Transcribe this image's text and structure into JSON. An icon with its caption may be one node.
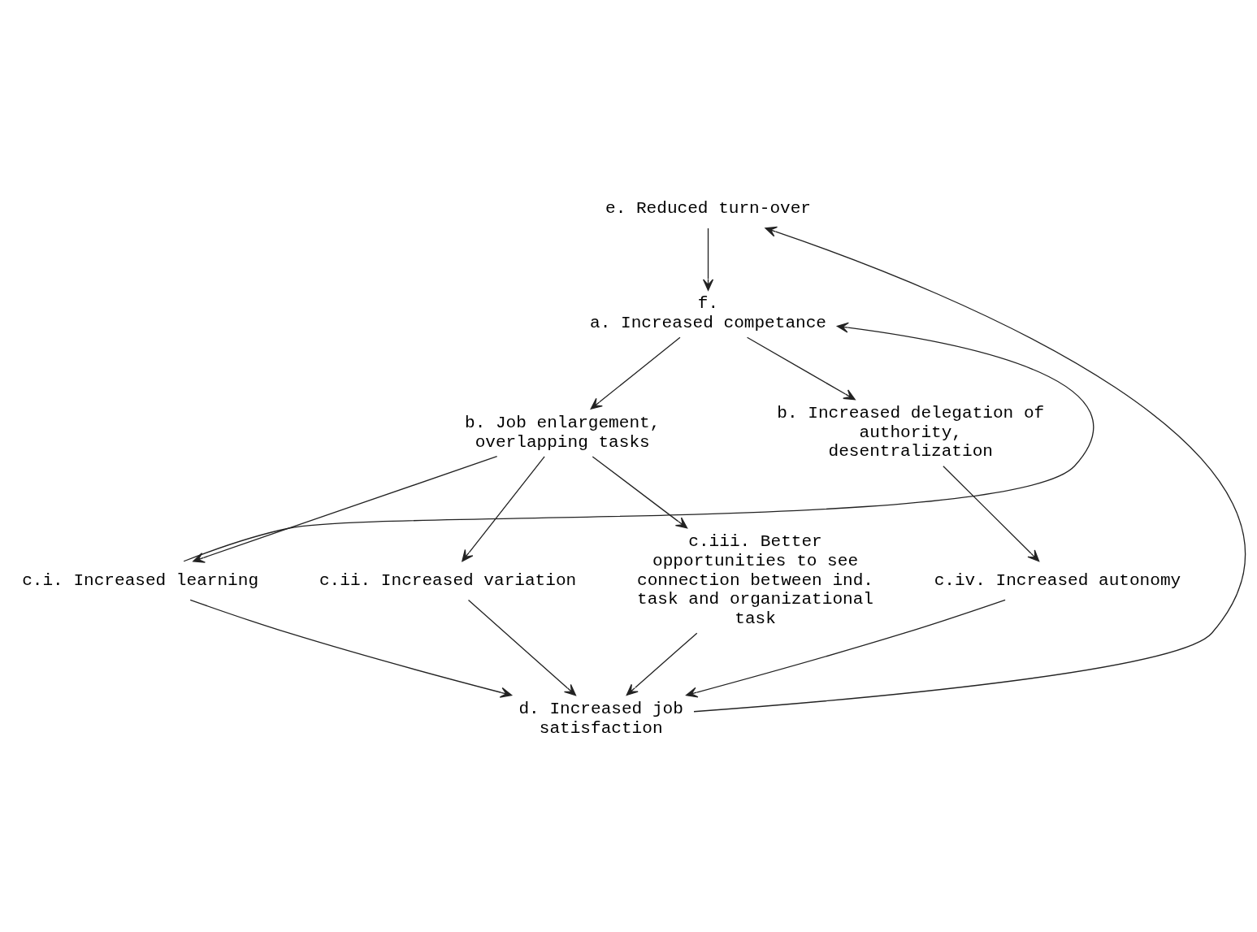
{
  "diagram": {
    "nodes": [
      {
        "text": [
          "e. Reduced turn-over"
        ]
      },
      {
        "text": [
          "f.",
          "a. Increased competance"
        ]
      },
      {
        "text": [
          "b. Job enlargement, overlapping tasks"
        ]
      },
      {
        "text": [
          "b. Increased delegation of authority, desentralization"
        ]
      },
      {
        "text": [
          "c.i. Increased learning"
        ]
      },
      {
        "text": [
          "c.ii. Increased variation"
        ]
      },
      {
        "text": [
          "c.iii. Better opportunities to see connection between ind. task and organizational task"
        ]
      },
      {
        "text": [
          "c.iv. Increased autonomy"
        ]
      },
      {
        "text": [
          "d. Increased job satisfaction"
        ]
      }
    ],
    "edges": [
      {
        "from": 0,
        "to": 1,
        "arrow": "to"
      },
      {
        "from": 1,
        "to": 2,
        "arrow": "to"
      },
      {
        "from": 1,
        "to": 3,
        "arrow": "to"
      },
      {
        "from": 2,
        "to": 4,
        "arrow": "to"
      },
      {
        "from": 2,
        "to": 5,
        "arrow": "to"
      },
      {
        "from": 2,
        "to": 6,
        "arrow": "to"
      },
      {
        "from": 3,
        "to": 7,
        "arrow": "to"
      },
      {
        "from": 4,
        "to": 8,
        "arrow": "to"
      },
      {
        "from": 5,
        "to": 8,
        "arrow": "to"
      },
      {
        "from": 6,
        "to": 8,
        "arrow": "to"
      },
      {
        "from": 7,
        "to": 8,
        "arrow": "to"
      },
      {
        "from": 8,
        "to": 0,
        "arrow": "to"
      },
      {
        "from": 4,
        "to": 1,
        "arrow": "to"
      }
    ]
  }
}
